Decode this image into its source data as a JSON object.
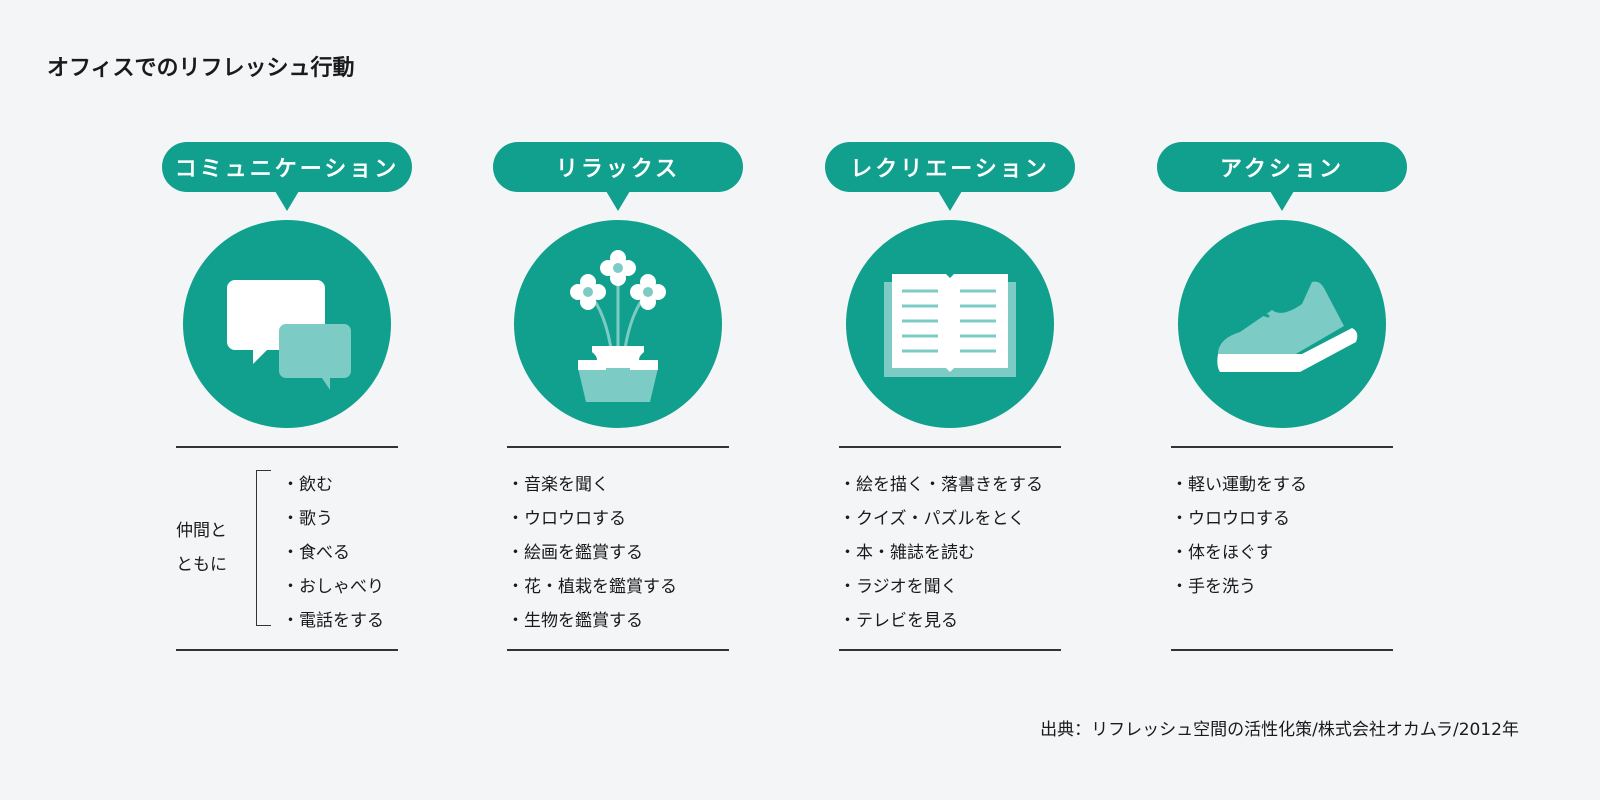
{
  "title": "オフィスでのリフレッシュ行動",
  "colors": {
    "teal": "#10a08d",
    "light_teal": "#7ccbc5",
    "background": "#f4f5f7"
  },
  "columns": [
    {
      "label": "コミュニケーション",
      "icon": "speech-bubbles-icon",
      "group_label": [
        "仲間と",
        "ともに"
      ],
      "items": [
        "・飲む",
        "・歌う",
        "・食べる",
        "・おしゃべり",
        "・電話をする"
      ]
    },
    {
      "label": "リラックス",
      "icon": "flower-vase-icon",
      "items": [
        "・音楽を聞く",
        "・ウロウロする",
        "・絵画を鑑賞する",
        "・花・植栽を鑑賞する",
        "・生物を鑑賞する"
      ]
    },
    {
      "label": "レクリエーション",
      "icon": "open-book-icon",
      "items": [
        "・絵を描く・落書きをする",
        "・クイズ・パズルをとく",
        "・本・雑誌を読む",
        "・ラジオを聞く",
        "・テレビを見る"
      ]
    },
    {
      "label": "アクション",
      "icon": "sneaker-icon",
      "items": [
        "・軽い運動をする",
        "・ウロウロする",
        "・体をほぐす",
        "・手を洗う"
      ]
    }
  ],
  "footer": "出典：リフレッシュ空間の活性化策/株式会社オカムラ/2012年"
}
